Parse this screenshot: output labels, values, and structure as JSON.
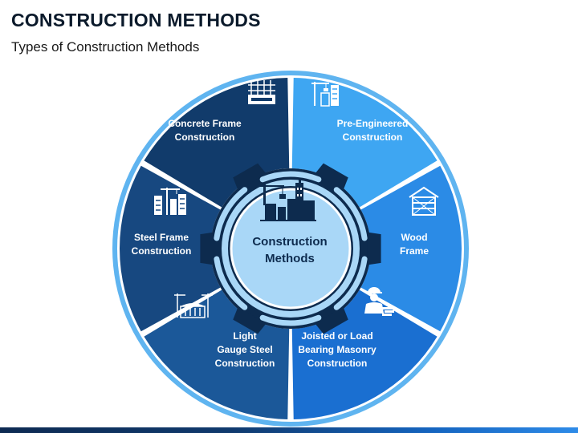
{
  "header": {
    "title": "CONSTRUCTION METHODS",
    "subtitle": "Types of Construction Methods"
  },
  "center": {
    "line1": "Construction",
    "line2": "Methods",
    "icon": "construction-site-icon"
  },
  "segments": [
    {
      "id": "pre-engineered",
      "line1": "Pre-Engineered",
      "line2": "Construction",
      "line3": "",
      "icon": "crane-building-icon",
      "color": "#3ea6f2"
    },
    {
      "id": "wood-frame",
      "line1": "Wood",
      "line2": "Frame",
      "line3": "",
      "icon": "wooden-house-icon",
      "color": "#2b8be6"
    },
    {
      "id": "masonry",
      "line1": "Joisted or Load",
      "line2": "Bearing Masonry",
      "line3": "Construction",
      "icon": "mason-worker-icon",
      "color": "#1a6fd1"
    },
    {
      "id": "light-gauge",
      "line1": "Light",
      "line2": "Gauge Steel",
      "line3": "Construction",
      "icon": "warehouse-crane-icon",
      "color": "#1b5899"
    },
    {
      "id": "steel-frame",
      "line1": "Steel Frame",
      "line2": "Construction",
      "line3": "",
      "icon": "steel-tower-crane-icon",
      "color": "#174880"
    },
    {
      "id": "concrete-frame",
      "line1": "Concrete Frame",
      "line2": "Construction",
      "line3": "",
      "icon": "concrete-grid-icon",
      "color": "#113b6b"
    }
  ],
  "colors": {
    "outer_ring": "#5fb4f0",
    "gear_dark": "#0d2b4e",
    "gear_mid": "#2a6db3",
    "center_fill": "#a9d7f7",
    "inner_ring": "#cfe9fb"
  }
}
